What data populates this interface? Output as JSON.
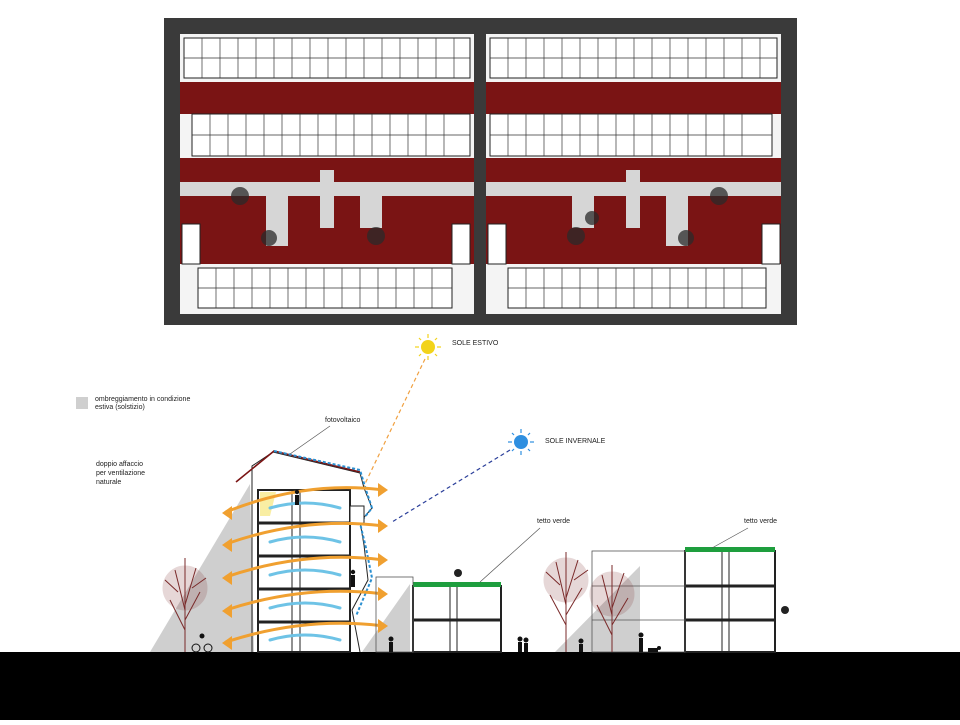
{
  "plan": {
    "colors": {
      "frame": "#3a3a3a",
      "courtyard": "#7a1414",
      "path": "#d6d6d6",
      "building": "#ffffff",
      "wall": "#222222"
    }
  },
  "section": {
    "legend": {
      "swatch_color": "#cfcfcf",
      "text_line1": "ombreggiamento in condizione",
      "text_line2": "estiva (solstizio)"
    },
    "labels": {
      "sole_estivo": "SOLE ESTIVO",
      "sole_invernale": "SOLE INVERNALE",
      "fotovoltaico": "fotovoltaico",
      "doppio_line1": "doppio affaccio",
      "doppio_line2": "per ventilazione",
      "doppio_line3": "naturale",
      "tetto_verde_1": "tetto verde",
      "tetto_verde_2": "tetto verde"
    },
    "colors": {
      "ground": "#000000",
      "shadow": "#cfcfcf",
      "summer_sun": "#f2d31b",
      "summer_ray": "#f0a040",
      "winter_sun": "#2f8fe0",
      "winter_ray": "#2b3f9a",
      "airflow_warm": "#f0a030",
      "airflow_cool": "#6ec3e6",
      "green_roof": "#1e9e3e",
      "pv_line": "#2a8fd0",
      "tree": "#7a2a2a"
    }
  }
}
